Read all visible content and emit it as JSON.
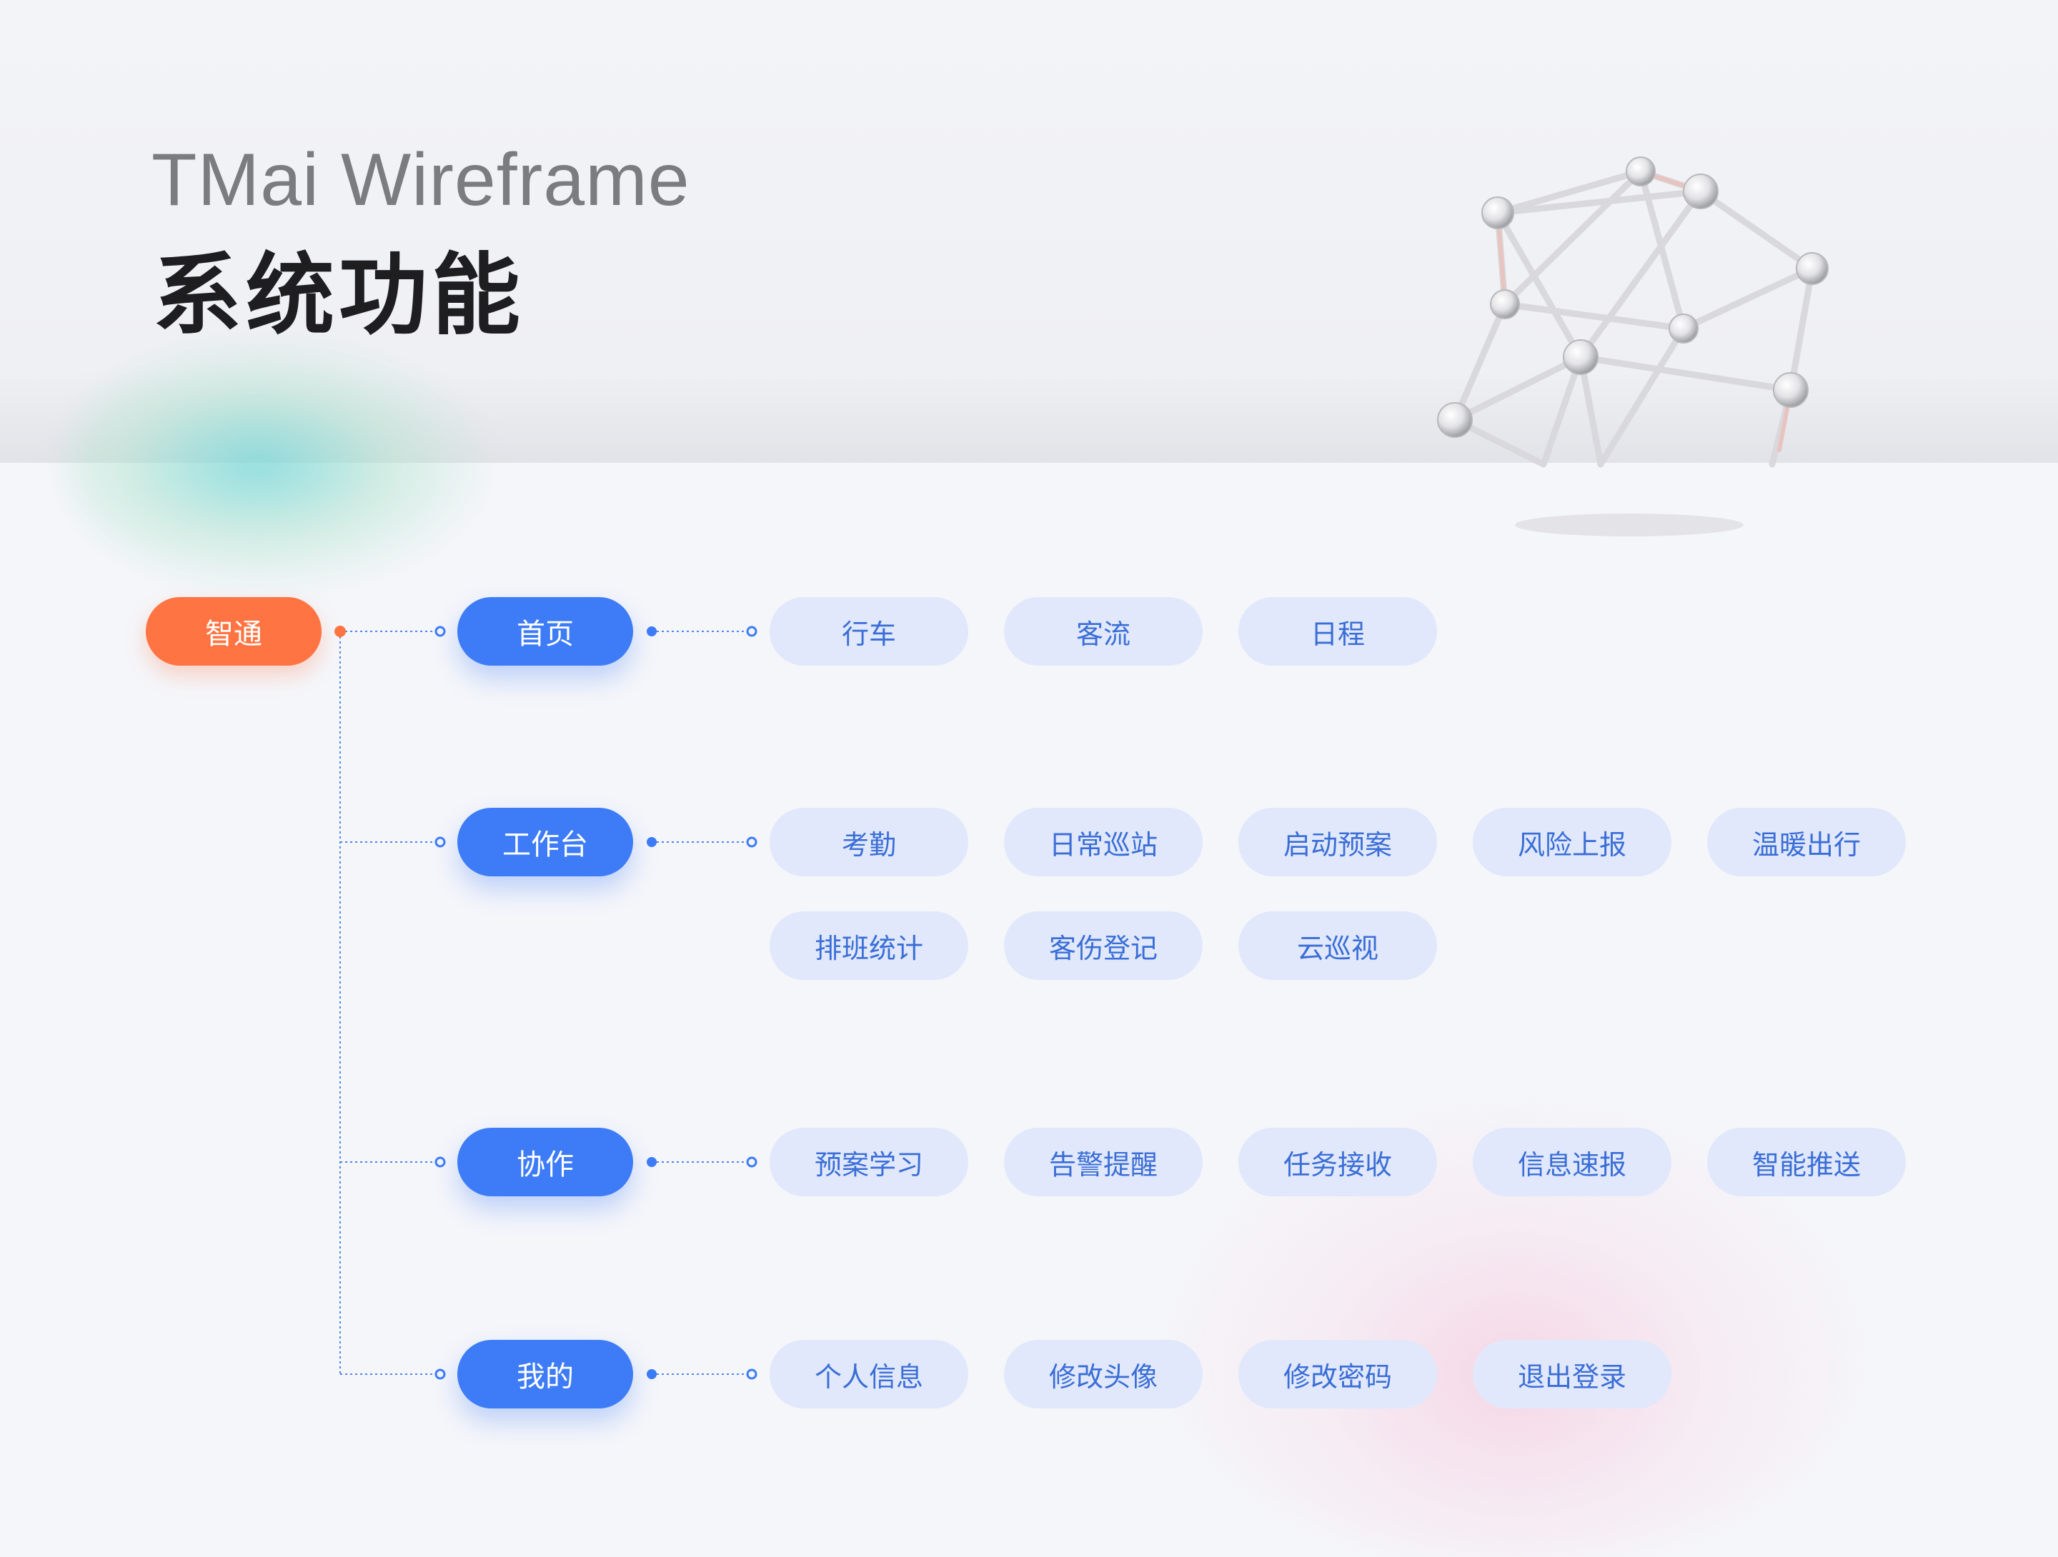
{
  "header": {
    "brand": "TMai Wireframe",
    "title": "系统功能"
  },
  "tree": {
    "root": "智通",
    "categories": [
      {
        "label": "首页",
        "items": [
          "行车",
          "客流",
          "日程"
        ]
      },
      {
        "label": "工作台",
        "items": [
          "考勤",
          "日常巡站",
          "启动预案",
          "风险上报",
          "温暖出行",
          "排班统计",
          "客伤登记",
          "云巡视"
        ]
      },
      {
        "label": "协作",
        "items": [
          "预案学习",
          "告警提醒",
          "任务接收",
          "信息速报",
          "智能推送"
        ]
      },
      {
        "label": "我的",
        "items": [
          "个人信息",
          "修改头像",
          "修改密码",
          "退出登录"
        ]
      }
    ]
  },
  "colors": {
    "root": "#ff7442",
    "category": "#3d7cf6",
    "leaf_bg": "#e1e8fb",
    "leaf_text": "#3a6ed6",
    "connector": "#4d84f0"
  },
  "decorations": {
    "molecule": "molecule-3d-illustration"
  }
}
